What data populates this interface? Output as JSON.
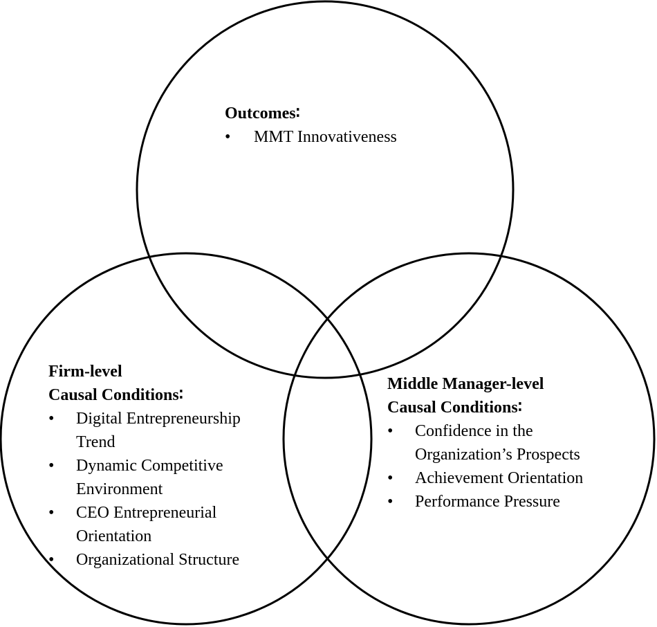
{
  "outcomes": {
    "title": "Outcomes∶",
    "items": [
      "MMT Innovativeness"
    ]
  },
  "firm_level": {
    "title_line1": "Firm-level",
    "title_line2": "Causal Conditions∶",
    "items": [
      "Digital Entrepreneurship Trend",
      "Dynamic Competitive Environment",
      "CEO Entrepreneurial Orientation",
      "Organizational Structure"
    ]
  },
  "middle_manager_level": {
    "title_line1": "Middle Manager-level",
    "title_line2": "Causal Conditions∶",
    "items": [
      "Confidence in the Organization’s Prospects",
      "Achievement Orientation",
      "Performance Pressure"
    ]
  },
  "colors": {
    "stroke": "#000000",
    "background": "#ffffff"
  }
}
